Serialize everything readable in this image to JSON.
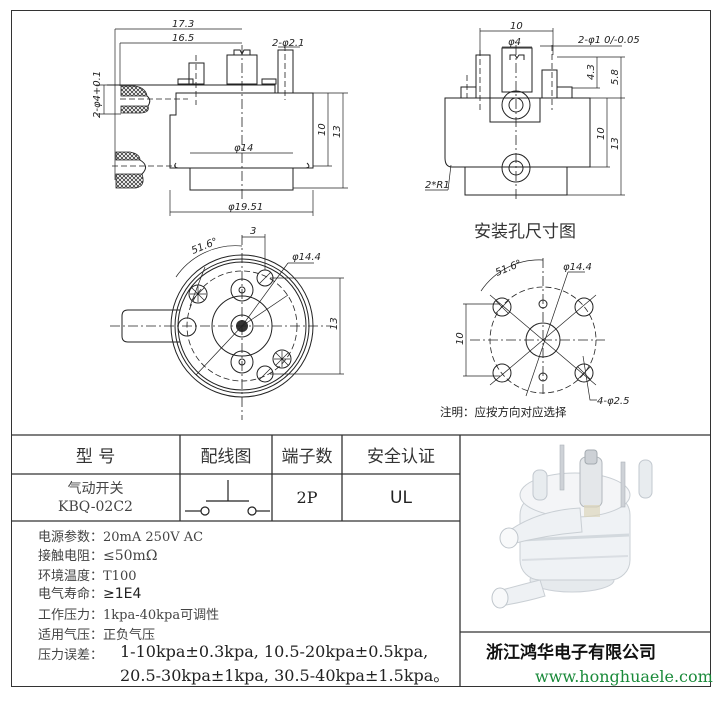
{
  "drawings": {
    "side_view": {
      "dim_17_3": "17.3",
      "dim_16_5": "16.5",
      "dim_pin": "2-φ2.1",
      "dim_tube": "2-φ4+0.1",
      "dim_10": "10",
      "dim_13": "13",
      "dim_phi14": "φ14",
      "dim_phi19": "φ19.51"
    },
    "front_view": {
      "dim_10": "10",
      "dim_phi4": "φ4",
      "dim_pin": "2-φ1 0/-0.05",
      "dim_4_3": "4.3",
      "dim_5_8": "5.8",
      "dim_10b": "10",
      "dim_13": "13",
      "dim_r1": "2*R1"
    },
    "bottom_view": {
      "dim_3": "3",
      "dim_angle": "51.6°",
      "dim_phi14_4": "φ14.4",
      "dim_13": "13"
    },
    "mounting": {
      "title": "安装孔尺寸图",
      "dim_angle": "51.6°",
      "dim_phi14_4": "φ14.4",
      "dim_10": "10",
      "dim_holes": "4-φ2.5",
      "note": "注明：应按方向对应选择"
    }
  },
  "table": {
    "headers": [
      "型  号",
      "配线图",
      "端子数",
      "安全认证"
    ],
    "model_name": "气动开关",
    "model_code": "KBQ-02C2",
    "terminals": "2P",
    "certification": "UL"
  },
  "specs": [
    {
      "label": "电源参数：",
      "value": "20mA 250V AC"
    },
    {
      "label": "接触电阻：",
      "value": "≤50mΩ"
    },
    {
      "label": "环境温度：",
      "value": "T100"
    },
    {
      "label": "电气寿命：",
      "value": "≥1E4"
    },
    {
      "label": "工作压力：",
      "value": "1kpa-40kpa可调性"
    },
    {
      "label": "适用气压：",
      "value": "正负气压"
    },
    {
      "label": "压力误差：",
      "value": "1-10kpa±0.3kpa, 10.5-20kpa±0.5kpa,",
      "value2": "20.5-30kpa±1kpa, 30.5-40kpa±1.5kpa。"
    }
  ],
  "company": {
    "name": "浙江鸿华电子有限公司",
    "url": "www.honghuaele.com",
    "url_color": "#1a8a3a"
  }
}
